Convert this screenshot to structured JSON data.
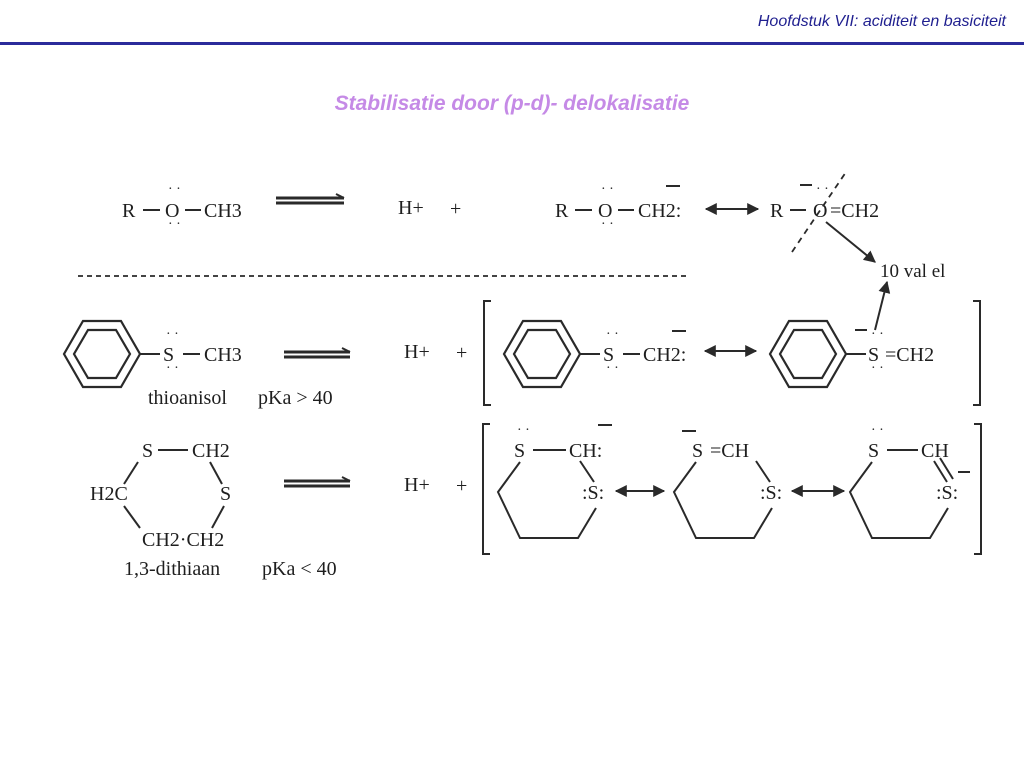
{
  "header": {
    "title": "Hoofdstuk VII: aciditeit en basiciteit"
  },
  "slide": {
    "title": "Stabilisatie door (p-d)- delokalisatie"
  },
  "row1": {
    "reactant": {
      "r": "R",
      "o": "O",
      "ch3": "CH3"
    },
    "proton": "H+",
    "plus": "+",
    "anion_a": {
      "r": "R",
      "o": "O",
      "group": "CH2:"
    },
    "anion_b": {
      "r": "R",
      "o": "O",
      "group": "=CH2"
    },
    "annotation": "10 val el"
  },
  "row2": {
    "reactant": {
      "s": "S",
      "ch3": "CH3"
    },
    "name": "thioanisol",
    "pka": "pKa > 40",
    "proton": "H+",
    "plus": "+",
    "anion_a": {
      "s": "S",
      "group": "CH2:"
    },
    "anion_b": {
      "s": "S",
      "group": "=CH2"
    }
  },
  "row3": {
    "reactant": {
      "s_top": "S",
      "ch2_top": "CH2",
      "h2c": "H2C",
      "s_right": "S",
      "ch2_bottom": "CH2·CH2"
    },
    "name": "1,3-dithiaan",
    "pka": "pKa < 40",
    "proton": "H+",
    "plus": "+",
    "anion_a": {
      "s": "S",
      "ch": "CH:",
      "s2": ":S:"
    },
    "anion_b": {
      "s": "S",
      "ch": "=CH",
      "s2": ":S:"
    },
    "anion_c": {
      "s": "S",
      "ch": "CH",
      "s2": ":S:"
    }
  },
  "colors": {
    "header": "#1f1f8f",
    "rule": "#2b2b9b",
    "title": "#c58ae6",
    "ink": "#1e1e1e"
  }
}
